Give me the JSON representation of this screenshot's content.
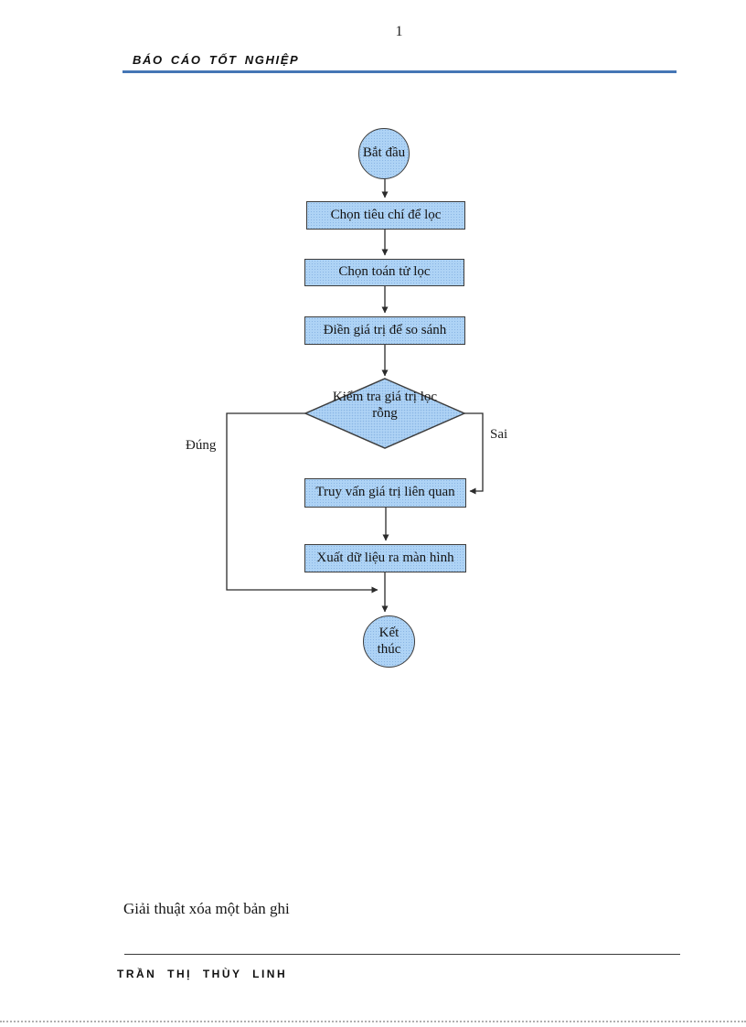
{
  "page": {
    "number": "1",
    "header_title": "BÁO CÁO TỐT NGHIỆP",
    "caption": "Giải thuật xóa một bản ghi",
    "footer_author": "TRẦN THỊ THÙY LINH"
  },
  "flowchart": {
    "start_label": "Bắt đầu",
    "step1": "Chọn tiêu chí để lọc",
    "step2": "Chọn toán tử lọc",
    "step3": "Điền giá trị để so sánh",
    "decision_line1": "Kiểm tra giá trị lọc",
    "decision_line2": "rỗng",
    "branch_left_label": "Đúng",
    "branch_right_label": "Sai",
    "step4": "Truy vấn giá trị liên quan",
    "step5": "Xuất dữ liệu ra màn hình",
    "end_line1": "Kết",
    "end_line2": "thúc"
  },
  "colors": {
    "shape_fill": "#aed3f5",
    "shape_fill_dot": "#8ab5e4",
    "shape_border": "#3d3d3d",
    "header_rule": "#4576b5",
    "connector": "#2b2b2b"
  }
}
